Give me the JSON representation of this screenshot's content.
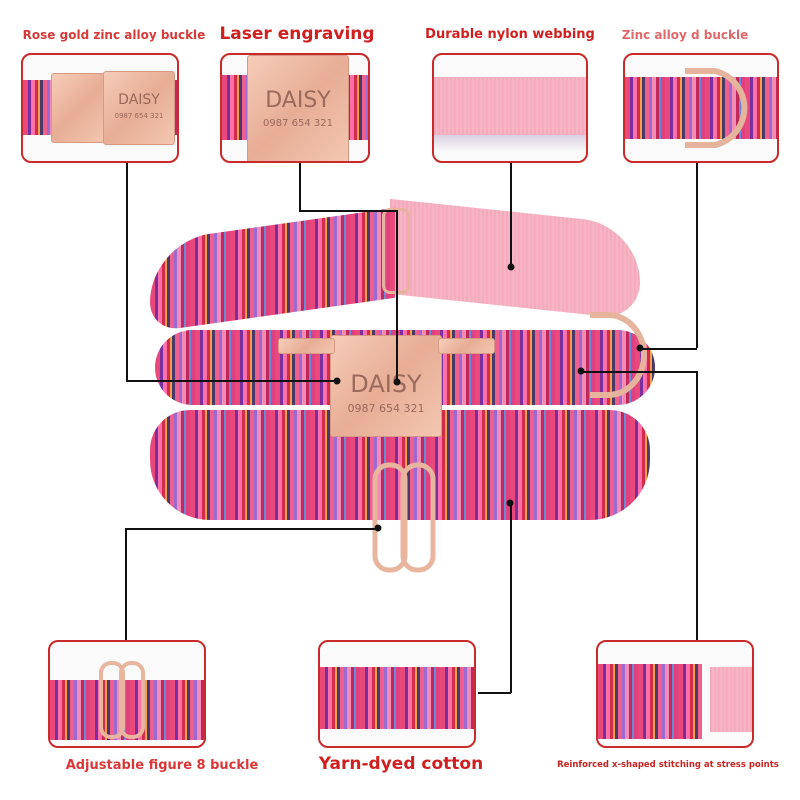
{
  "labels": {
    "rose_gold_buckle": "Rose gold zinc alloy buckle",
    "laser_engraving": "Laser engraving",
    "nylon_webbing": "Durable nylon webbing",
    "d_buckle": "Zinc alloy d buckle",
    "figure8_buckle": "Adjustable figure 8 buckle",
    "yarn_dyed": "Yarn-dyed cotton",
    "stitching": "Reinforced x-shaped stitching at stress points"
  },
  "engraving": {
    "name": "DAISY",
    "phone": "0987 654 321"
  },
  "colors": {
    "accent_red": "#c92a2a",
    "webbing_pink": "#f4a7b9",
    "rose_gold": "#e9b29b"
  }
}
